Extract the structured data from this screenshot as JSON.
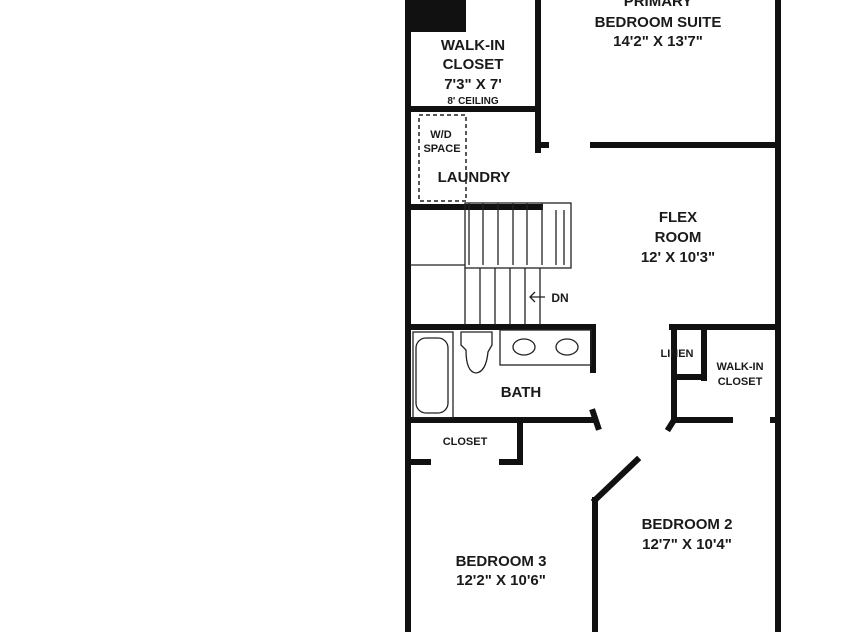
{
  "rooms": {
    "primary_bedroom": {
      "name_line1": "PRIMARY",
      "name_line2": "BEDROOM SUITE",
      "size": "14'2\" X 13'7\""
    },
    "walk_in_closet_primary": {
      "name_line1": "WALK-IN",
      "name_line2": "CLOSET",
      "size": "7'3\" X 7'",
      "ceiling": "8' CEILING"
    },
    "wd_space": {
      "line1": "W/D",
      "line2": "SPACE"
    },
    "laundry": {
      "name": "LAUNDRY"
    },
    "flex_room": {
      "name_line1": "FLEX",
      "name_line2": "ROOM",
      "size": "12' X 10'3\""
    },
    "stairs": {
      "direction": "DN"
    },
    "bath": {
      "name": "BATH"
    },
    "linen": {
      "name": "LINEN"
    },
    "walk_in_closet_bed2": {
      "name_line1": "WALK-IN",
      "name_line2": "CLOSET"
    },
    "closet_bed3": {
      "name": "CLOSET"
    },
    "bedroom2": {
      "name": "BEDROOM 2",
      "size": "12'7\" X 10'4\""
    },
    "bedroom3": {
      "name": "BEDROOM 3",
      "size": "12'2\" X 10'6\""
    }
  }
}
